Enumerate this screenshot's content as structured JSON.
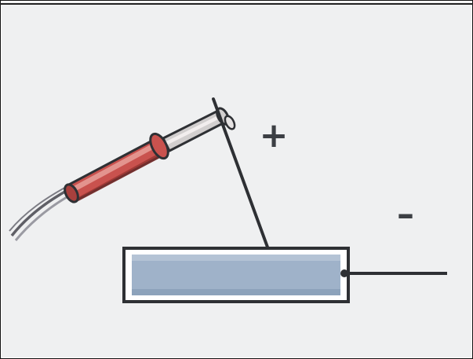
{
  "labels": {
    "positive": "+",
    "negative": "–"
  },
  "colors": {
    "background": "#eff0f1",
    "outline": "#2e3034",
    "handle_red": "#c9524e",
    "handle_highlight": "#e8a09a",
    "handle_shadow": "#8e2f2c",
    "barrel_silver": "#d2cfcf",
    "plate_fill": "#9fb2c9",
    "plate_edge": "#ffffff",
    "cable": "#8d8d94"
  },
  "components": {
    "electrode_holder": "welding-electrode-holder",
    "workpiece": "metal-plate",
    "ground_lead": "ground-cable"
  }
}
